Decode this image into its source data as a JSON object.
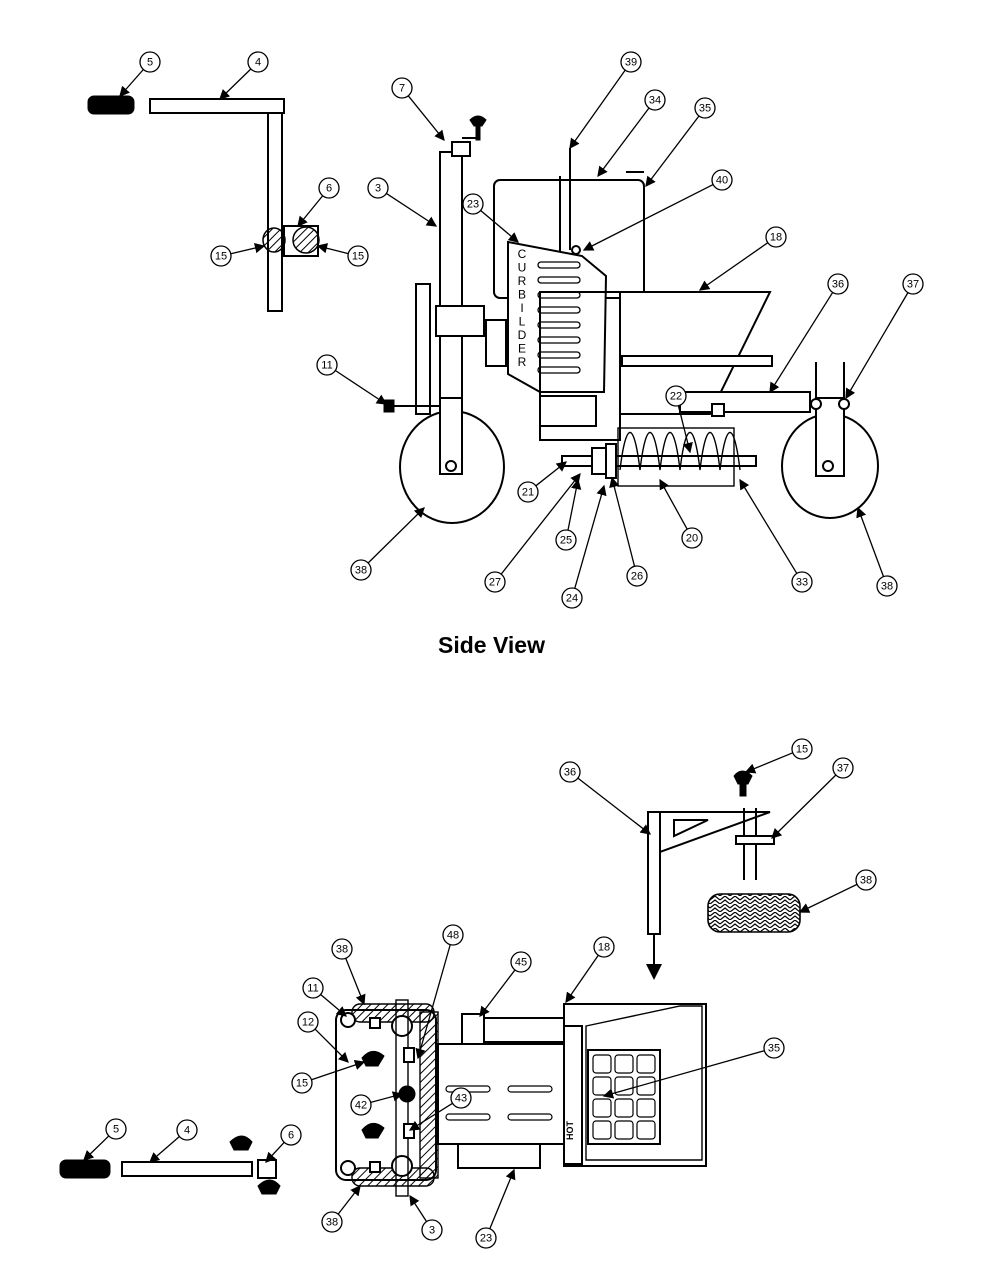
{
  "side_view": {
    "caption": "Side View",
    "brand_label": "CURBILDER",
    "callouts": [
      "5",
      "4",
      "7",
      "39",
      "34",
      "35",
      "3",
      "6",
      "23",
      "40",
      "15",
      "15",
      "18",
      "36",
      "37",
      "11",
      "22",
      "21",
      "20",
      "25",
      "27",
      "26",
      "33",
      "24",
      "38",
      "38"
    ]
  },
  "top_view": {
    "callouts": [
      "15",
      "36",
      "37",
      "38",
      "38",
      "48",
      "45",
      "18",
      "11",
      "12",
      "35",
      "15",
      "42",
      "43",
      "5",
      "4",
      "6",
      "38",
      "3",
      "23"
    ],
    "hopper_label": "HOT"
  },
  "colors": {
    "line": "#000000",
    "background": "#ffffff"
  }
}
